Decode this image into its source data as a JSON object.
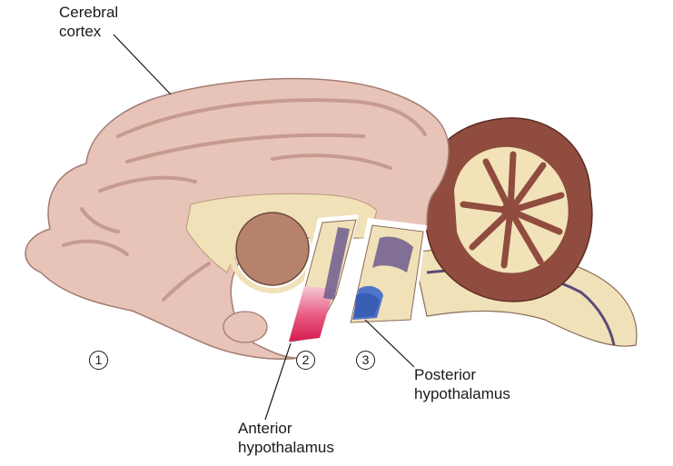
{
  "labels": {
    "cerebral_cortex": [
      "Cerebral",
      "cortex"
    ],
    "anterior_hypothalamus": [
      "Anterior",
      "hypothalamus"
    ],
    "posterior_hypothalamus": [
      "Posterior",
      "hypothalamus"
    ]
  },
  "sections": [
    "1",
    "2",
    "3"
  ],
  "colors": {
    "cortex": "#e8c3b8",
    "cortex_fold": "#c99a90",
    "white_matter": "#f1e0b7",
    "cerebellum": "#8e4b3f",
    "anterior_highlight": "#e33a6a",
    "posterior_highlight": "#4f73c8",
    "ventricle": "#6e5a8e"
  }
}
